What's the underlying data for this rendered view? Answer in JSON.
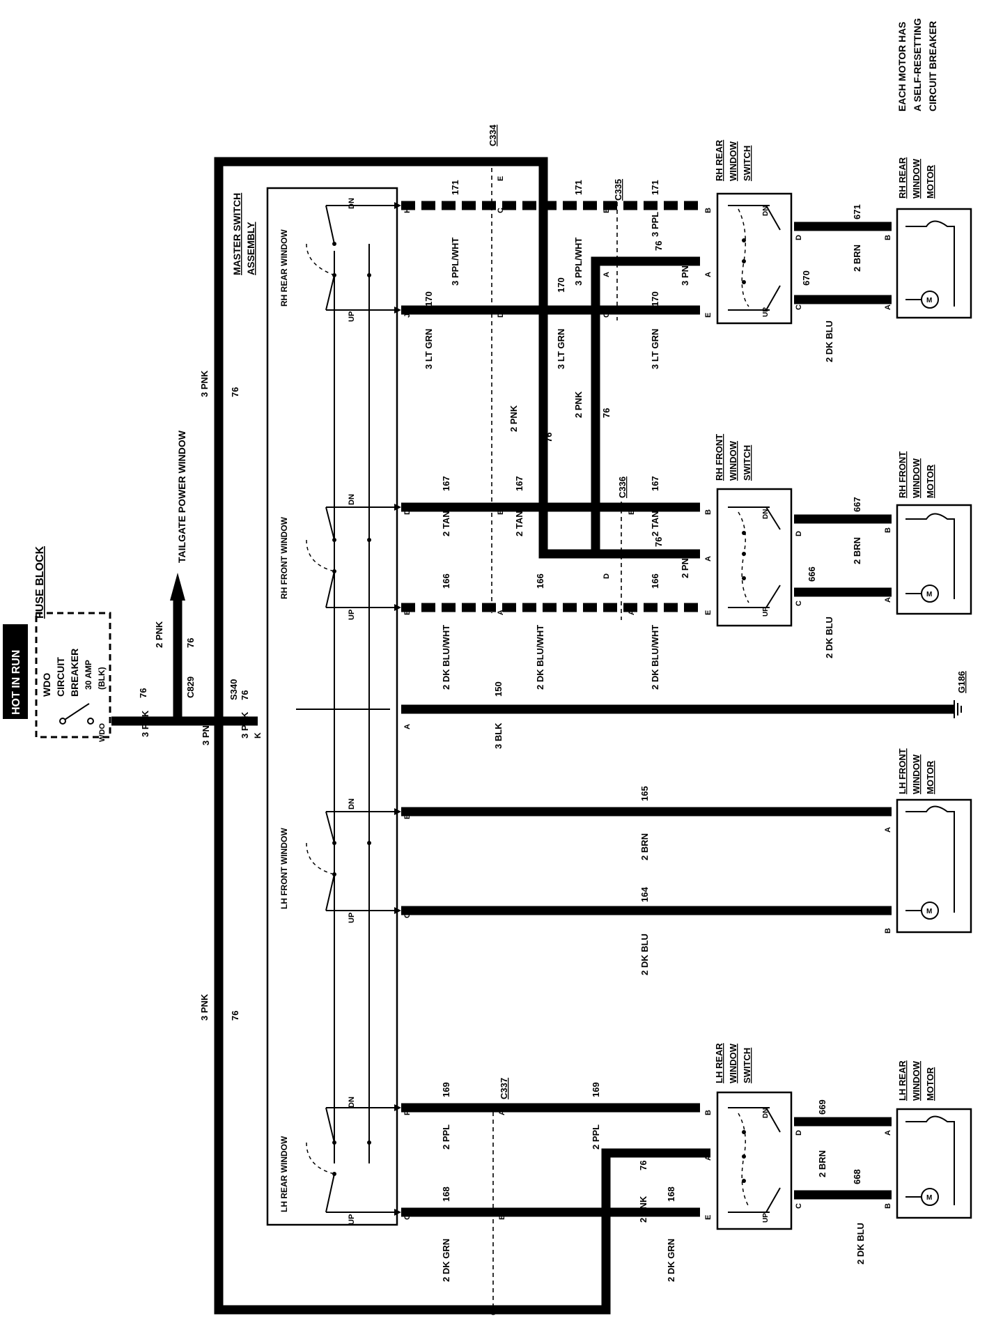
{
  "header": {
    "hot_in_run": "HOT IN RUN",
    "fuse_block": "FUSE BLOCK",
    "breaker": [
      "WDO",
      "CIRCUIT",
      "BREAKER",
      "30 AMP",
      "(BLK)"
    ],
    "breaker_pin": "WDO"
  },
  "note": [
    "EACH MOTOR HAS",
    "A SELF-RESETTING",
    "CIRCUIT BREAKER"
  ],
  "master": {
    "title": [
      "MASTER SWITCH",
      "ASSEMBLY"
    ],
    "sections": [
      "RH REAR WINDOW",
      "RH FRONT WINDOW",
      "LH FRONT WINDOW",
      "LH REAR WINDOW"
    ],
    "up": "UP",
    "dn": "DN",
    "pins": [
      "H",
      "J",
      "D",
      "E",
      "A",
      "B",
      "C",
      "F",
      "G"
    ]
  },
  "tailgate": "TAILGATE POWER WINDOW",
  "connectors": [
    "C829",
    "S340",
    "C334",
    "C335",
    "C336",
    "C337",
    "G186"
  ],
  "connector_pins": {
    "c334": [
      "E",
      "C",
      "D",
      "B",
      "A",
      "C"
    ],
    "c335": [
      "B",
      "A",
      "C"
    ],
    "c336": [
      "B",
      "D",
      "A"
    ],
    "c337": [
      "A",
      "B"
    ],
    "s340_k": "K"
  },
  "switches": {
    "rh_rear": [
      "RH REAR",
      "WINDOW",
      "SWITCH"
    ],
    "rh_front": [
      "RH FRONT",
      "WINDOW",
      "SWITCH"
    ],
    "lh_rear": [
      "LH REAR",
      "WINDOW",
      "SWITCH"
    ],
    "pins": [
      "B",
      "A",
      "E",
      "D",
      "C"
    ],
    "up": "UP",
    "dn": "DN"
  },
  "motors": {
    "rh_rear": [
      "RH REAR",
      "WINDOW",
      "MOTOR"
    ],
    "rh_front": [
      "RH FRONT",
      "WINDOW",
      "MOTOR"
    ],
    "lh_front": [
      "LH FRONT",
      "WINDOW",
      "MOTOR"
    ],
    "lh_rear": [
      "LH REAR",
      "WINDOW",
      "MOTOR"
    ],
    "pins": [
      "B",
      "A"
    ],
    "m": "M"
  },
  "wire_labels": {
    "w171": "171",
    "w170": "170",
    "w167": "167",
    "w166": "166",
    "w150": "150",
    "w165": "165",
    "w164": "164",
    "w169": "169",
    "w168": "168",
    "w76": "76",
    "w671": "671",
    "w670": "670",
    "w667": "667",
    "w666": "666",
    "w669": "669",
    "w668": "668",
    "ppl_wht_3": "3 PPL/WHT",
    "lt_grn_3": "3 LT GRN",
    "ppl_3": "3 PPL",
    "pnk_3": "3 PNK",
    "pnk_2": "2 PNK",
    "tan_2": "2 TAN",
    "dk_blu_wht_2": "2 DK BLU/WHT",
    "blk_3": "3 BLK",
    "brn_2": "2 BRN",
    "dk_blu_2": "2 DK BLU",
    "ppl_2": "2 PPL",
    "dk_grn_2": "2 DK GRN"
  }
}
